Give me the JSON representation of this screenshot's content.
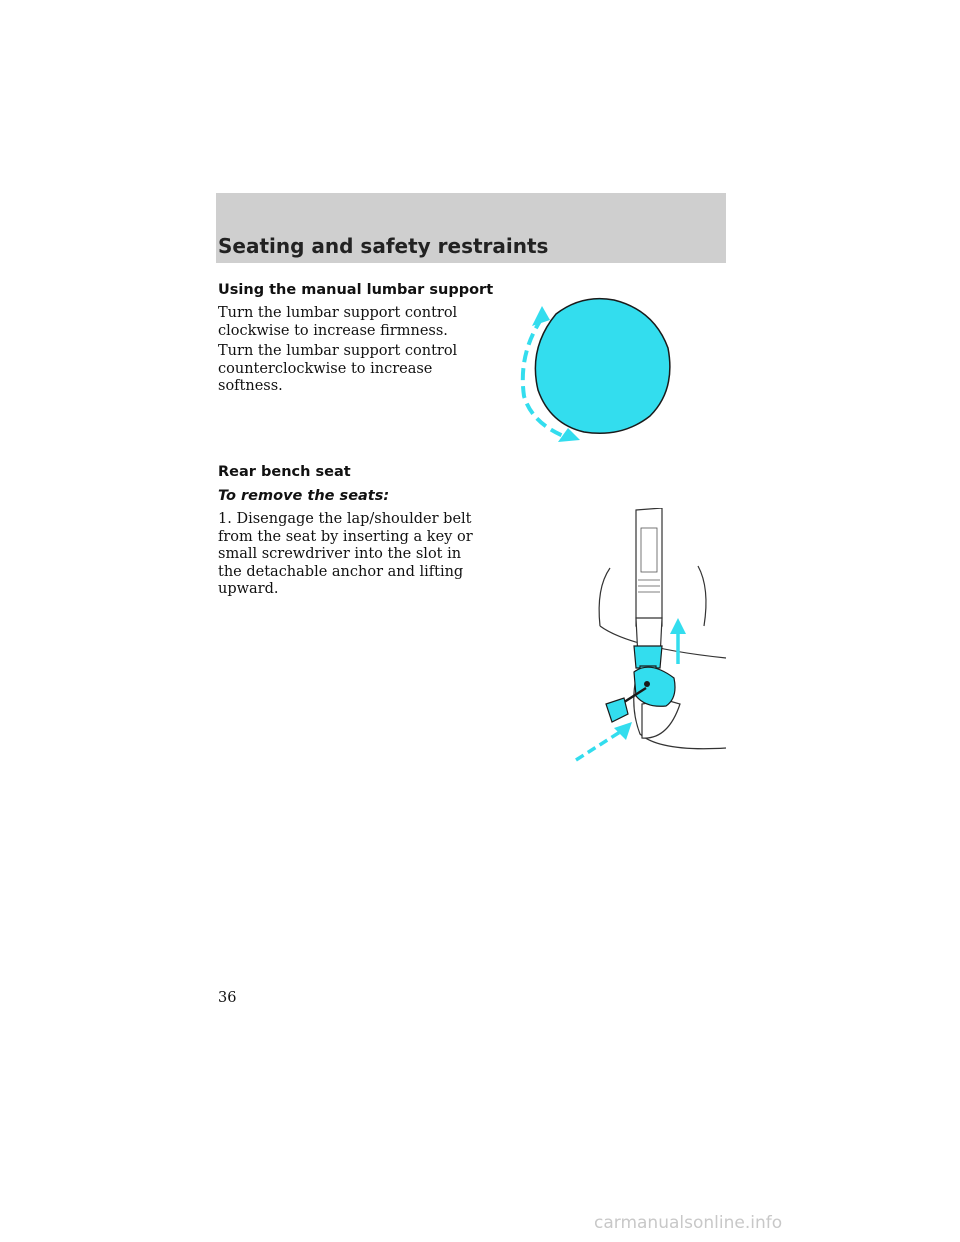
{
  "header": {
    "title": "Seating and safety restraints"
  },
  "sections": {
    "lumbar": {
      "heading": "Using the manual lumbar support",
      "para1": "Turn the lumbar support control clockwise to increase firmness.",
      "para2": "Turn the lumbar support control counterclockwise to increase softness."
    },
    "rear_bench": {
      "heading": "Rear bench seat",
      "subheading": "To remove the seats:",
      "step1": "1. Disengage the lap/shoulder belt from the seat by inserting a key or small screwdriver into the slot in the detachable anchor and lifting upward."
    }
  },
  "page_number": "36",
  "watermark": "carmanualsonline.info",
  "colors": {
    "accent": "#33ddee",
    "header_band": "#cfcfcf"
  },
  "illustrations": {
    "knob": "lumbar-knob-rotation-illustration",
    "belt": "seat-belt-anchor-release-illustration"
  }
}
